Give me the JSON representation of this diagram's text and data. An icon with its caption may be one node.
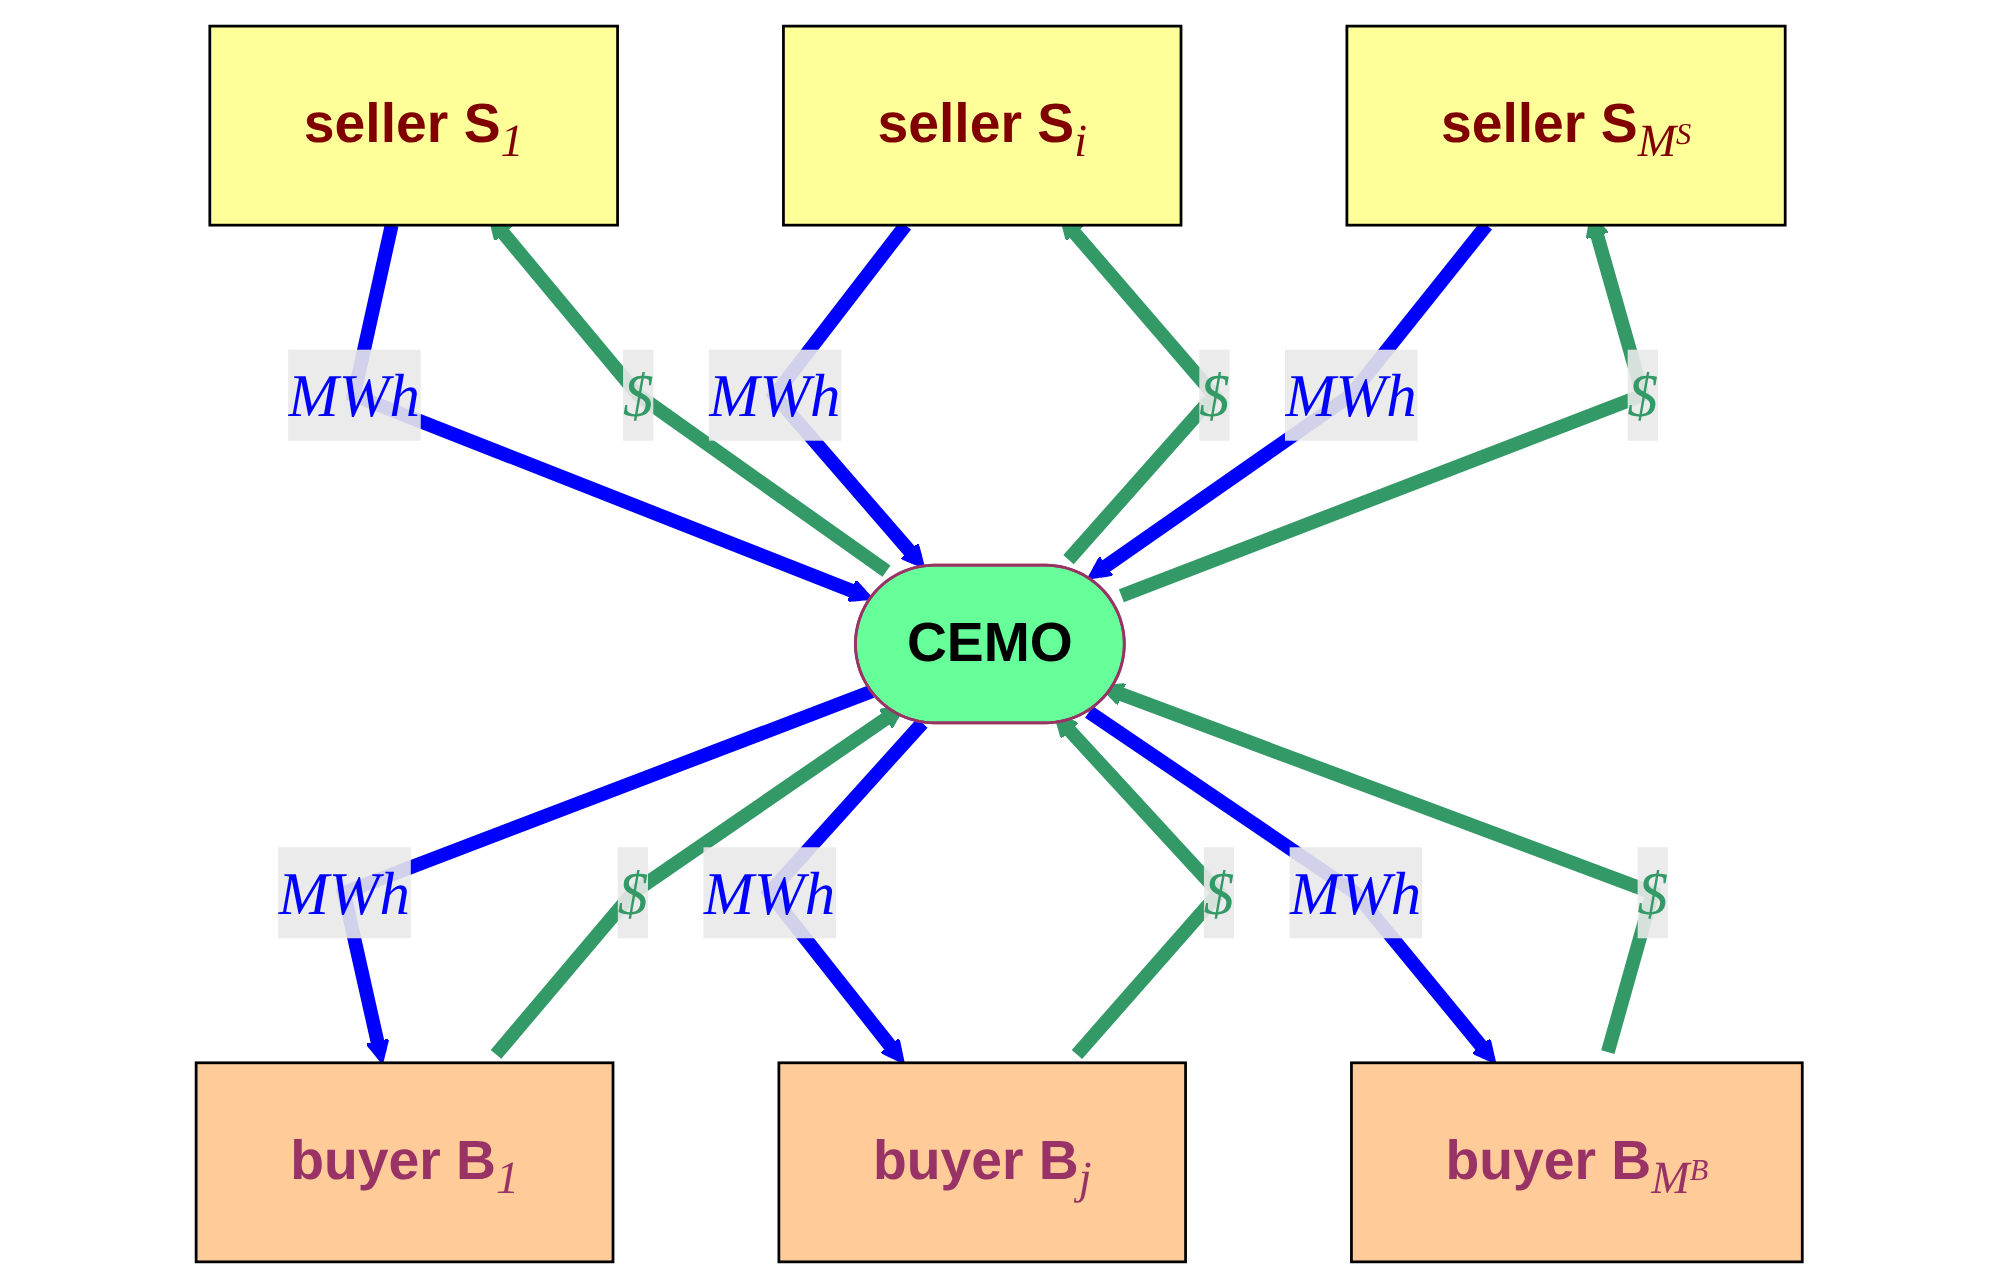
{
  "diagram": {
    "nodes": [
      {
        "text": [
          "seller S$_{1}$"
        ]
      },
      {
        "text": [
          "seller S$_{i}$"
        ]
      },
      {
        "text": [
          "seller S$_{M}$$^{S}$"
        ]
      },
      {
        "text": [
          "CEMO"
        ]
      },
      {
        "text": [
          "buyer B$_{1}$"
        ]
      },
      {
        "text": [
          "buyer B$_{j}$"
        ]
      },
      {
        "text": [
          "buyer B$_{M}$$^{B}$"
        ]
      }
    ],
    "edges": [
      {
        "from": 0,
        "to": 3,
        "arrow": "to",
        "label": "MWh",
        "color": "#0000ff"
      },
      {
        "from": 3,
        "to": 0,
        "arrow": "to",
        "label": "$",
        "color": "#339966"
      },
      {
        "from": 1,
        "to": 3,
        "arrow": "to",
        "label": "MWh",
        "color": "#0000ff"
      },
      {
        "from": 3,
        "to": 1,
        "arrow": "to",
        "label": "$",
        "color": "#339966"
      },
      {
        "from": 2,
        "to": 3,
        "arrow": "to",
        "label": "MWh",
        "color": "#0000ff"
      },
      {
        "from": 3,
        "to": 2,
        "arrow": "to",
        "label": "$",
        "color": "#339966"
      },
      {
        "from": 3,
        "to": 4,
        "arrow": "to",
        "label": "MWh",
        "color": "#0000ff"
      },
      {
        "from": 4,
        "to": 3,
        "arrow": "to",
        "label": "$",
        "color": "#339966"
      },
      {
        "from": 3,
        "to": 5,
        "arrow": "to",
        "label": "MWh",
        "color": "#0000ff"
      },
      {
        "from": 5,
        "to": 3,
        "arrow": "to",
        "label": "$",
        "color": "#339966"
      },
      {
        "from": 3,
        "to": 6,
        "arrow": "to",
        "label": "MWh",
        "color": "#0000ff"
      },
      {
        "from": 6,
        "to": 3,
        "arrow": "to",
        "label": "$",
        "color": "#339966"
      }
    ]
  }
}
